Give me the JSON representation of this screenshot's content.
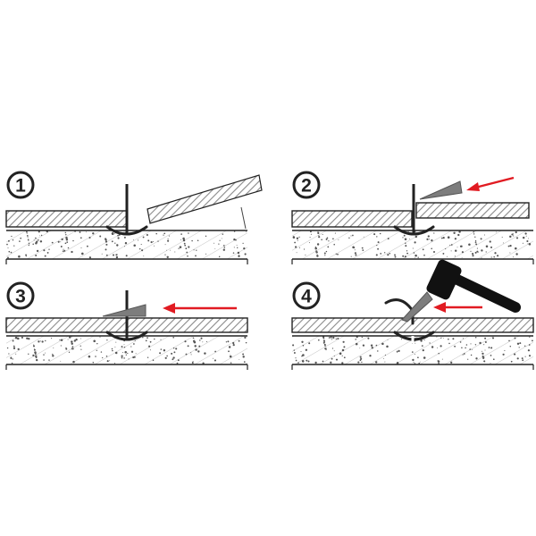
{
  "colors": {
    "ink": "#222222",
    "hatch": "#8a8a8a",
    "wedge": "#7d7d7d",
    "arrow": "#e11b22",
    "speckle": "#555555"
  },
  "steps": [
    {
      "number": "1",
      "tool": "none",
      "wedge": "none",
      "arrow": false,
      "tile": "lowered"
    },
    {
      "number": "2",
      "tool": "none",
      "wedge": "floating",
      "arrow": true,
      "tile": "placed"
    },
    {
      "number": "3",
      "tool": "none",
      "wedge": "inserted",
      "arrow": true,
      "tile": "placed"
    },
    {
      "number": "4",
      "tool": "hammer",
      "wedge": "driven",
      "arrow": true,
      "tile": "placed"
    }
  ]
}
